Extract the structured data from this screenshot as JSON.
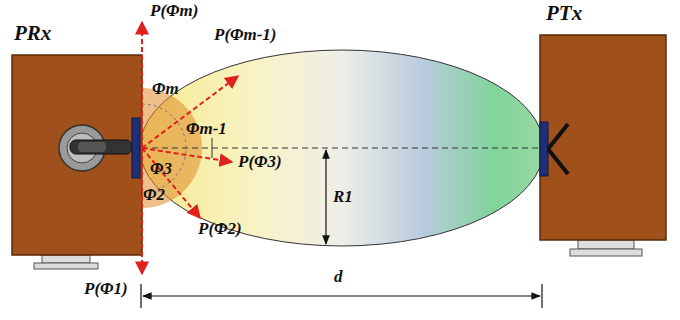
{
  "diagram": {
    "nodes": [
      {
        "text": [
          "PRx"
        ]
      },
      {
        "text": [
          "PTx"
        ]
      }
    ],
    "labels": [
      "P(Φm)",
      "P(Φm-1)",
      "Φm",
      "Φm-1",
      "Φ3",
      "P(Φ3)",
      "R1",
      "Φ2",
      "P(Φ2)",
      "P(Φ1)",
      "d"
    ]
  }
}
